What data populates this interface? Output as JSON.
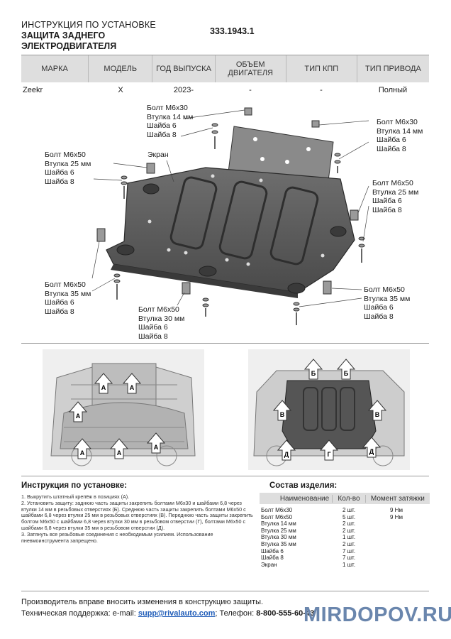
{
  "header": {
    "title_line1": "ИНСТРУКЦИЯ ПО УСТАНОВКЕ",
    "title_line2": "ЗАЩИТА ЗАДНЕГО",
    "title_line3": "ЭЛЕКТРОДВИГАТЕЛЯ",
    "code": "333.1943.1"
  },
  "spec_table": {
    "headers": [
      "МАРКА",
      "МОДЕЛЬ",
      "ГОД ВЫПУСКА",
      "ОБЪЕМ ДВИГАТЕЛЯ",
      "ТИП КПП",
      "ТИП ПРИВОДА"
    ],
    "row": [
      "Zeekr",
      "X",
      "2023-",
      "-",
      "-",
      "Полный"
    ]
  },
  "diagram": {
    "callout_top_left": [
      "Болт М6х30",
      "Втулка 14 мм",
      "Шайба 6",
      "Шайба 8"
    ],
    "callout_top_right": [
      "Болт М6х30",
      "Втулка 14 мм",
      "Шайба 6",
      "Шайба 8"
    ],
    "callout_left": [
      "Болт М6х50",
      "Втулка 25 мм",
      "Шайба 6",
      "Шайба 8"
    ],
    "callout_right": [
      "Болт М6х50",
      "Втулка 25 мм",
      "Шайба 6",
      "Шайба 8"
    ],
    "callout_bottom_left": [
      "Болт М6х50",
      "Втулка 35 мм",
      "Шайба 6",
      "Шайба 8"
    ],
    "callout_bottom_center": [
      "Болт М6х50",
      "Втулка 30 мм",
      "Шайба 6",
      "Шайба 8"
    ],
    "callout_bottom_right": [
      "Болт М6х50",
      "Втулка 35 мм",
      "Шайба 6",
      "Шайба 8"
    ],
    "screen_label": "Экран"
  },
  "photos": {
    "left_markers": [
      "А",
      "А",
      "А",
      "А",
      "А",
      "А"
    ],
    "right_markers": [
      "Б",
      "Б",
      "В",
      "В",
      "Д",
      "Г",
      "Д"
    ]
  },
  "instructions": {
    "title": "Инструкция по установке:",
    "steps": [
      "1. Выкрутить штатный крепёж в позициях (А).",
      "2. Установить защиту: заднюю часть защиты закрепить болтами М6х30 и шайбами 6,8 через втулки 14 мм в резьбовых отверстиях (Б). Среднюю часть защиты закрепить болтами М6х50 с шайбами 6,8 через втулки 25 мм в резьбовых отверстиях (В). Переднюю часть защиты закрепить болтом М6х50 с шайбами 6,8 через втулки 30 мм в резьбовом отверстии (Г), болтами М6х50 с шайбами 6,8 через втулки 35 мм в резьбовом отверстии (Д).",
      "3. Затянуть все резьбовые соединения с необходимым усилием. Использование пневмоинструмента запрещено."
    ]
  },
  "kit": {
    "title": "Состав изделия:",
    "headers": [
      "Наименование",
      "Кол-во",
      "Момент затяжки"
    ],
    "rows": [
      [
        "Болт М6х30",
        "2 шт.",
        "9 Нм"
      ],
      [
        "Болт М6х50",
        "5 шт.",
        "9 Нм"
      ],
      [
        "Втулка 14 мм",
        "2 шт.",
        ""
      ],
      [
        "Втулка 25 мм",
        "2 шт.",
        ""
      ],
      [
        "Втулка 30 мм",
        "1 шт.",
        ""
      ],
      [
        "Втулка 35 мм",
        "2 шт.",
        ""
      ],
      [
        "Шайба 6",
        "7 шт.",
        ""
      ],
      [
        "Шайба 8",
        "7 шт.",
        ""
      ],
      [
        "Экран",
        "1 шт.",
        ""
      ]
    ]
  },
  "footer": {
    "notice": "Производитель вправе вносить изменения в конструкцию защиты.",
    "support_prefix": "Техническая поддержка:  e-mail: ",
    "email": "supp@rivalauto.com",
    "phone_prefix": "; Телефон: ",
    "phone": "8-800-555-60-43"
  },
  "watermark": "MIRDOPOV.RU"
}
